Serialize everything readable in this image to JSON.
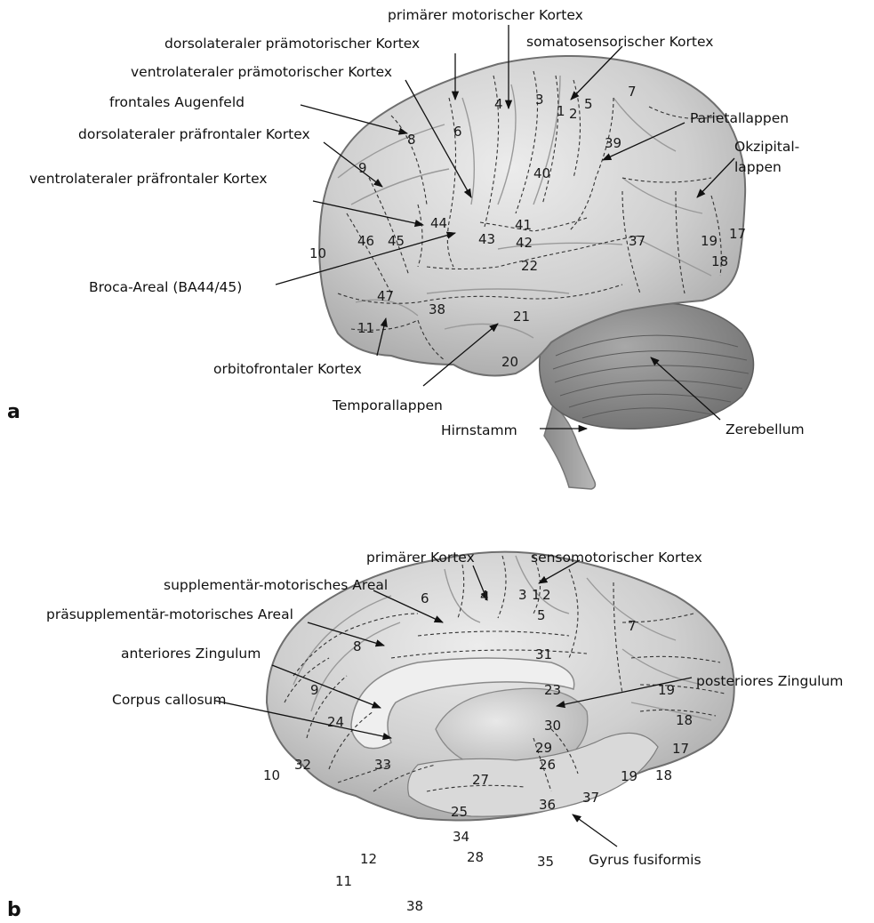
{
  "panels": {
    "a": {
      "label": "a",
      "callouts": [
        "primärer motorischer Kortex",
        "dorsolateraler prämotorischer Kortex",
        "somatosensorischer Kortex",
        "ventrolateraler prämotorischer Kortex",
        "frontales Augenfeld",
        "Parietallappen",
        "dorsolateraler präfrontaler Kortex",
        "Okzipital-",
        "lappen",
        "ventrolateraler präfrontaler Kortex",
        "Broca-Areal (BA44/45)",
        "orbitofrontaler Kortex",
        "Temporallappen",
        "Hirnstamm",
        "Zerebellum"
      ],
      "areas": [
        "4",
        "3",
        "1",
        "2",
        "5",
        "7",
        "6",
        "8",
        "9",
        "39",
        "40",
        "44",
        "41",
        "43",
        "42",
        "46",
        "45",
        "10",
        "22",
        "37",
        "19",
        "17",
        "18",
        "47",
        "38",
        "21",
        "11",
        "20"
      ]
    },
    "b": {
      "label": "b",
      "callouts": [
        "primärer Kortex",
        "sensomotorischer Kortex",
        "supplementär-motorisches Areal",
        "präsupplementär-motorisches Areal",
        "anteriores Zingulum",
        "posteriores Zingulum",
        "Corpus callosum",
        "Gyrus fusiformis"
      ],
      "areas": [
        "3",
        "1",
        "2",
        "4",
        "6",
        "5",
        "7",
        "8",
        "31",
        "23",
        "9",
        "19",
        "18",
        "24",
        "30",
        "29",
        "17",
        "32",
        "33",
        "10",
        "26",
        "27",
        "19",
        "18",
        "25",
        "36",
        "37",
        "34",
        "12",
        "28",
        "35",
        "11",
        "38"
      ]
    }
  },
  "colors": {
    "cortex": "#cbcbcb",
    "cortex_light": "#e6e6e6",
    "cortex_dark": "#a9a9a9",
    "cerebellum": "#8e8e8e",
    "text": "#111111"
  }
}
